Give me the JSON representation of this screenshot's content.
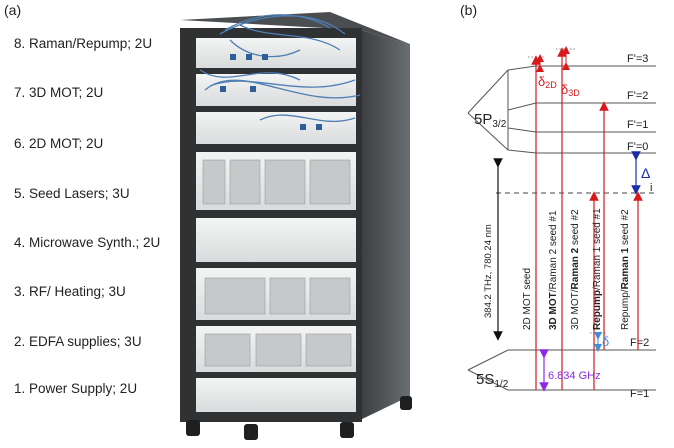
{
  "panel_a": {
    "label": "(a)",
    "rack_labels": [
      "8. Raman/Repump; 2U",
      "7. 3D MOT; 2U",
      "6. 2D MOT; 2U",
      "5. Seed Lasers; 3U",
      "4. Microwave Synth.; 2U",
      "3. RF/ Heating; 3U",
      "2. EDFA supplies; 3U",
      "1. Power Supply; 2U"
    ]
  },
  "panel_b": {
    "label": "(b)",
    "excited_state": "5P",
    "excited_sub": "3/2",
    "ground_state": "5S",
    "ground_sub": "1/2",
    "levels": {
      "f3": "F'=3",
      "f2p": "F'=2",
      "f1p": "F'=1",
      "f0p": "F'=0",
      "i": "i",
      "f2": "F=2",
      "f1": "F=1"
    },
    "delta_2d": "δ",
    "delta_2d_sub": "2D",
    "delta_3d": "δ",
    "delta_3d_sub": "3D",
    "big_delta": "Δ",
    "small_delta": "δ",
    "hyperfine": "6.834 GHz",
    "transition": "384.2 THz, 780.24 nm",
    "seed_labels": [
      {
        "bold": "",
        "normal": "2D MOT seed"
      },
      {
        "bold": "3D MOT",
        "normal": "/Raman 2 seed #1"
      },
      {
        "normal_pre": "3D MOT/",
        "bold": "Raman 2",
        "normal": " seed #2"
      },
      {
        "bold": "Repump",
        "normal": "/Raman 1 seed #1"
      },
      {
        "normal_pre": "Repump/",
        "bold": "Raman 1",
        "normal": " seed #2"
      }
    ],
    "colors": {
      "red": "#d7191c",
      "blue": "#1a2ea6",
      "purple": "#8a2be2",
      "lightblue": "#3b8fd6"
    }
  }
}
